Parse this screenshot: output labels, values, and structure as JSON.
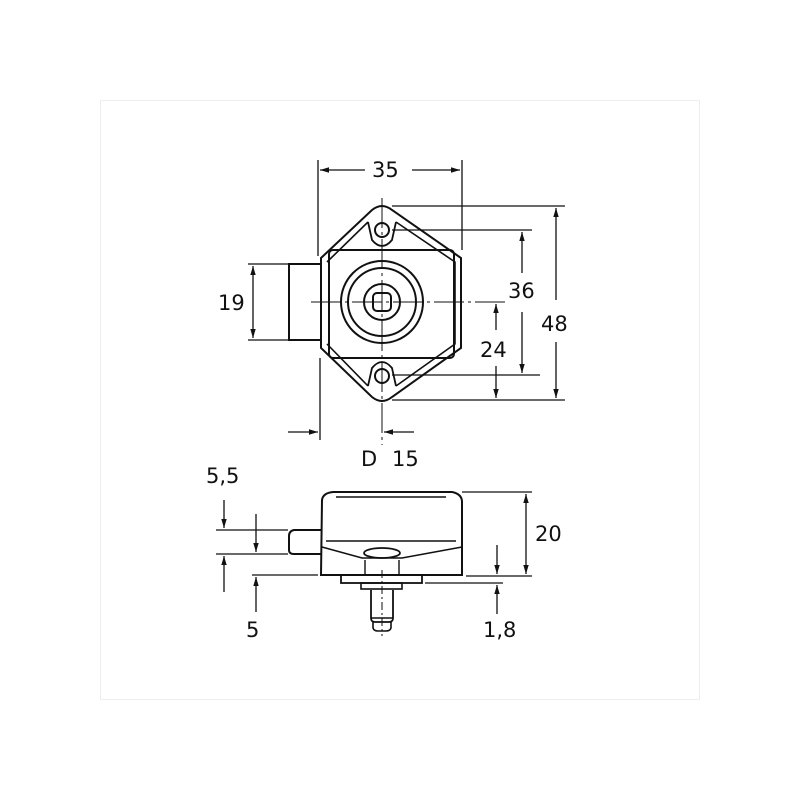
{
  "drawing": {
    "title": "Push-button cabinet lock dimensional drawing",
    "top_view": {
      "width_label": "35",
      "total_height_label": "48",
      "hole_spacing_label": "36",
      "center_offset_label": "24",
      "button_width_label": "19",
      "d_label": "D",
      "d_value_label": "15"
    },
    "side_view": {
      "height_label": "20",
      "button_offset_label": "5,5",
      "button_height_label": "5",
      "flange_label": "1,8"
    },
    "colors": {
      "line": "#111111",
      "background": "#ffffff",
      "frame": "#eeeeee"
    }
  }
}
